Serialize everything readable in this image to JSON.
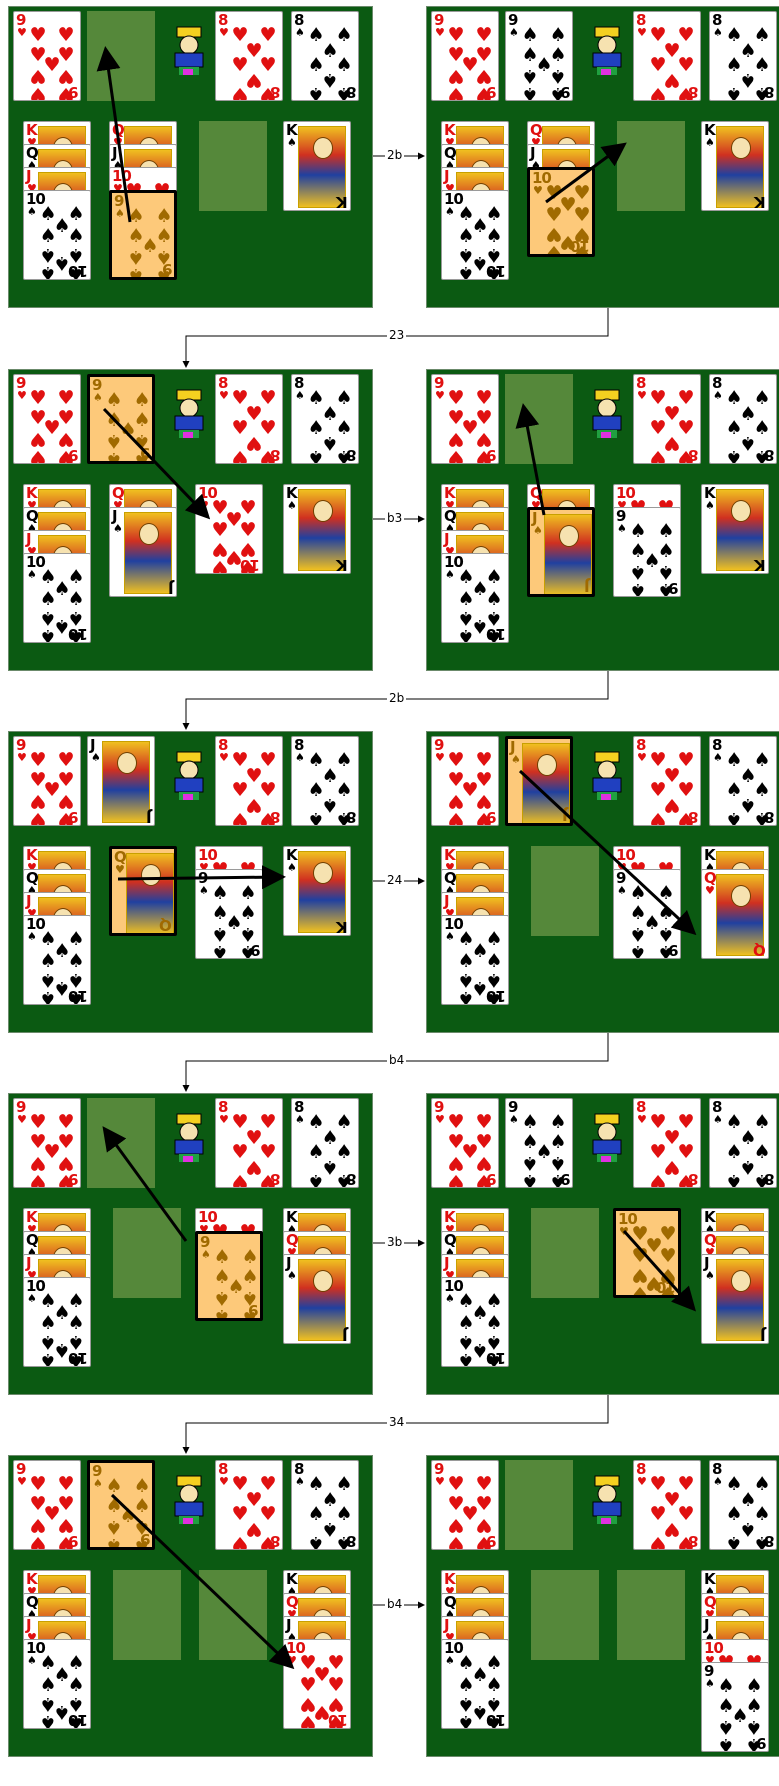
{
  "moves": [
    "2b",
    "23",
    "b3",
    "2b",
    "24",
    "b4",
    "3b",
    "34",
    "b4"
  ],
  "cards": {
    "9h": {
      "rank": "9",
      "suit": "♥"
    },
    "9s": {
      "rank": "9",
      "suit": "♠"
    },
    "8h": {
      "rank": "8",
      "suit": "♥"
    },
    "8s": {
      "rank": "8",
      "suit": "♠"
    },
    "10s": {
      "rank": "10",
      "suit": "♠"
    },
    "10h": {
      "rank": "10",
      "suit": "♥"
    },
    "kh": {
      "rank": "K",
      "suit": "♥"
    },
    "ks": {
      "rank": "K",
      "suit": "♠"
    },
    "qs": {
      "rank": "Q",
      "suit": "♠"
    },
    "qh": {
      "rank": "Q",
      "suit": "♥"
    },
    "jh": {
      "rank": "J",
      "suit": "♥"
    },
    "js": {
      "rank": "J",
      "suit": "♠"
    }
  },
  "colors": {
    "felt": "#0b5a12",
    "slot": "#55883a",
    "highlight": "#fdc97a",
    "red": "#e01010"
  }
}
